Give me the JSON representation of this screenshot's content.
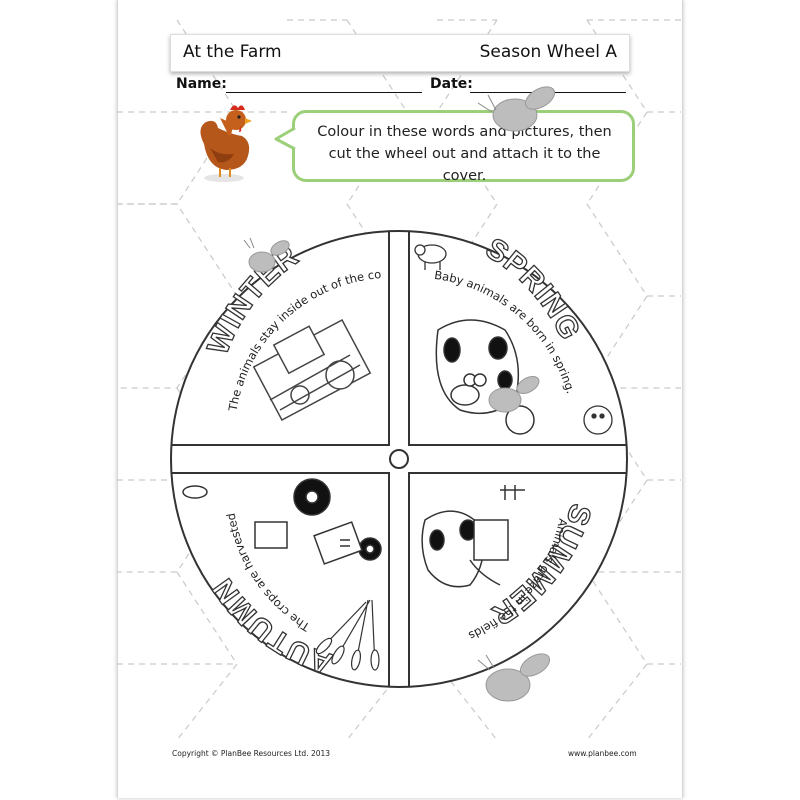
{
  "header": {
    "title_left": "At the Farm",
    "title_right": "Season Wheel A"
  },
  "name_row": {
    "name_label": "Name:",
    "date_label": "Date:"
  },
  "instruction": {
    "text": "Colour in these words and pictures, then cut the wheel out and attach it to the cover."
  },
  "wheel": {
    "segments": [
      {
        "title": "WINTER",
        "caption": "The animals stay inside out of the cold."
      },
      {
        "title": "SPRING",
        "caption": "Baby animals are born in spring."
      },
      {
        "title": "SUMMER",
        "caption": "Animals graze in the fields."
      },
      {
        "title": "AUTUMN",
        "caption": "The crops are harvested."
      }
    ]
  },
  "icons": [
    "hen-icon",
    "bee-icon",
    "tractor-icon",
    "cow-icon",
    "sheep-icon",
    "wheat-icon"
  ],
  "colors": {
    "bubble_border": "#9ccf7a",
    "hen_body": "#b5561a"
  },
  "footer": {
    "copyright": "Copyright © PlanBee Resources Ltd. 2013",
    "website": "www.planbee.com"
  }
}
